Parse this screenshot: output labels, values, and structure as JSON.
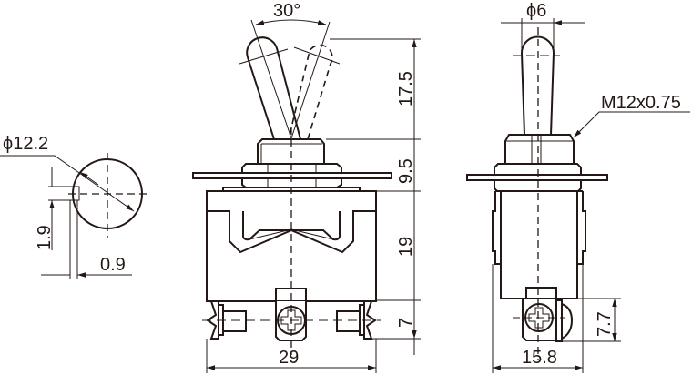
{
  "drawing": {
    "panel_hole": {
      "diameter_label": "ϕ12.2",
      "key_height_label": "1.9",
      "key_depth_label": "0.9"
    },
    "front_view": {
      "angle_label": "30°",
      "lever_height_label": "17.5",
      "bushing_height_label": "9.5",
      "body_height_label": "19",
      "terminal_height_label": "7",
      "width_label": "29"
    },
    "side_view": {
      "lever_diameter_label": "ϕ6",
      "thread_label": "M12x0.75",
      "terminal_height_label": "7.7",
      "width_label": "15.8"
    },
    "colors": {
      "line": "#231815",
      "background": "#ffffff"
    }
  }
}
